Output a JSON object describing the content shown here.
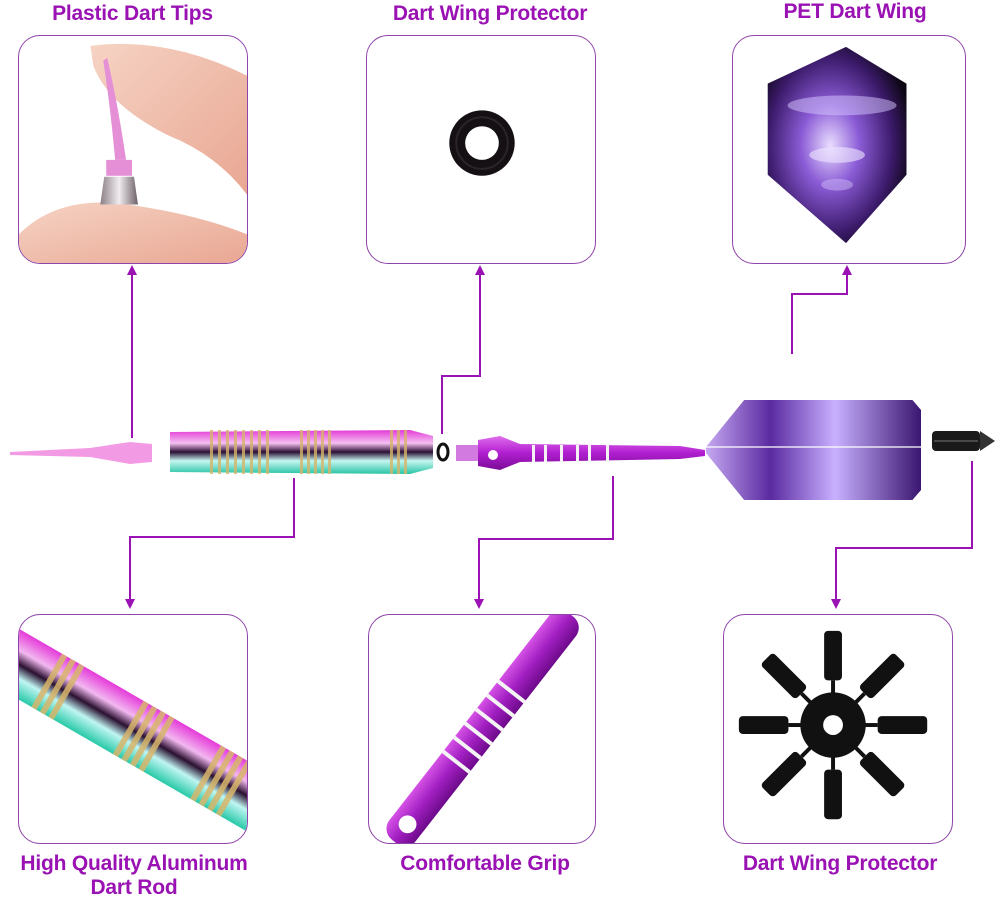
{
  "diagram": {
    "accent_color": "#9a12b3",
    "border_color": "#8e44a8",
    "top_labels": [
      {
        "id": "plastic-dart-tips",
        "text": "Plastic Dart Tips"
      },
      {
        "id": "dart-wing-protector-ring",
        "text": "Dart Wing Protector"
      },
      {
        "id": "pet-dart-wing",
        "text": "PET Dart Wing"
      }
    ],
    "bottom_labels": [
      {
        "id": "aluminum-dart-rod",
        "line1": "High Quality Aluminum",
        "line2": "Dart Rod"
      },
      {
        "id": "comfortable-grip",
        "text": "Comfortable Grip"
      },
      {
        "id": "dart-wing-protector-star",
        "text": "Dart Wing Protector"
      }
    ],
    "assembly_parts": [
      "plastic tip",
      "dart barrel",
      "o-ring",
      "aluminum shaft",
      "PET flight",
      "flight protector"
    ]
  }
}
